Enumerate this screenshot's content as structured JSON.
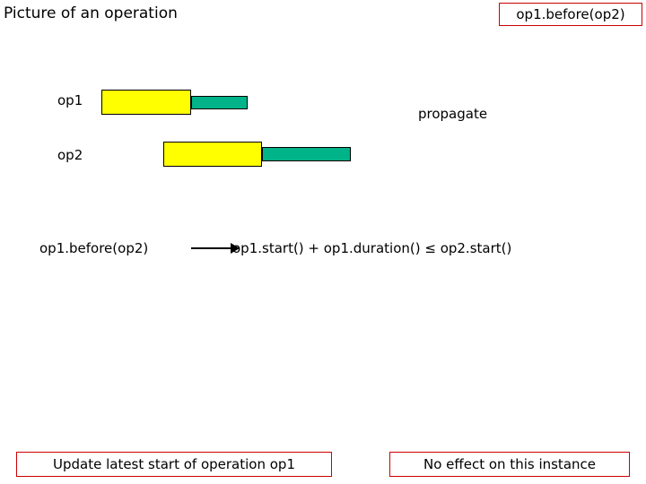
{
  "slide": {
    "title": "Picture of an operation",
    "constraint_badge": "op1.before(op2)",
    "propagate_label": "propagate"
  },
  "timeline": {
    "rows": [
      {
        "label": "op1"
      },
      {
        "label": "op2"
      }
    ]
  },
  "rule": {
    "antecedent": "op1.before(op2)",
    "arrow": "arrow-right-icon",
    "consequent": "op1.start() + op1.duration() ≤ op2.start()"
  },
  "outcomes": {
    "left": "Update latest start of operation op1",
    "right": "No effect on this instance"
  },
  "colors": {
    "yellow_bar": "#ffff00",
    "teal_bar": "#00b388",
    "box_border": "#cc0000",
    "text": "#000000",
    "background": "#ffffff"
  }
}
